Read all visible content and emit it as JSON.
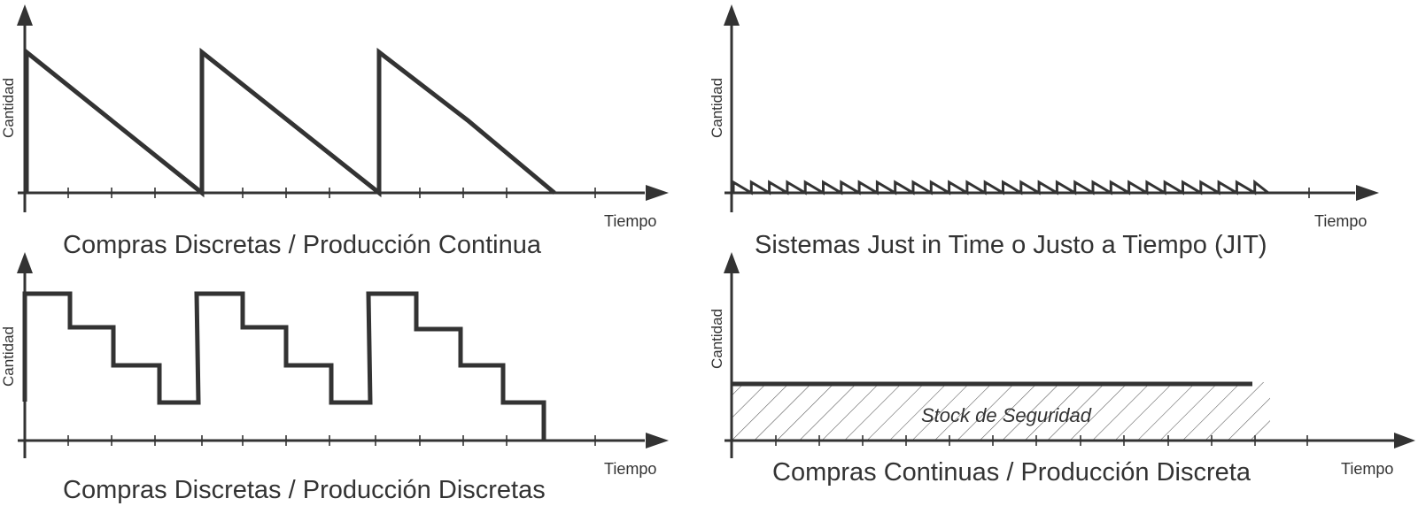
{
  "colors": {
    "ink": "#333333",
    "background": "#ffffff"
  },
  "panels": [
    {
      "id": "compras-discretas-produccion-continua",
      "ylabel": "Cantidad",
      "xlabel": "Tiempo",
      "caption": "Compras Discretas / Producción Continua",
      "pattern": "sawtooth-decline"
    },
    {
      "id": "just-in-time",
      "ylabel": "Cantidad",
      "xlabel": "Tiempo",
      "caption": "Sistemas Just in Time o Justo a Tiempo (JIT)",
      "pattern": "micro-sawtooth"
    },
    {
      "id": "compras-discretas-produccion-discretas",
      "ylabel": "Cantidad",
      "xlabel": "Tiempo",
      "caption": "Compras Discretas / Producción Discretas",
      "pattern": "staircase-decline"
    },
    {
      "id": "compras-continuas-produccion-discreta",
      "ylabel": "Cantidad",
      "xlabel": "Tiempo",
      "caption": "Compras Continuas / Producción Discreta",
      "pattern": "constant-level",
      "stock_label": "Stock de Seguridad"
    }
  ]
}
